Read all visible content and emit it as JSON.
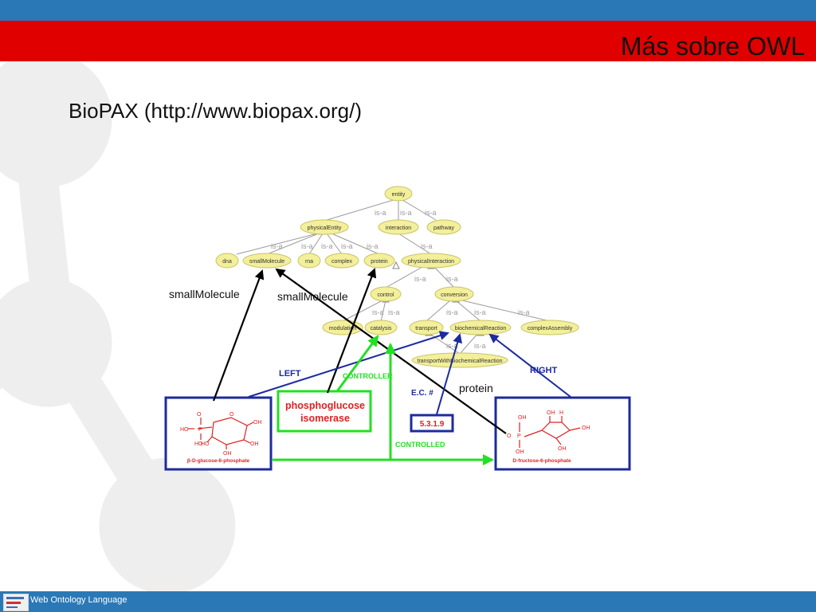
{
  "header": {
    "title": "Más sobre OWL"
  },
  "slide": {
    "subtitle": "BioPAX (http://www.biopax.org/)"
  },
  "footer": {
    "text": "Web Ontology Language"
  },
  "diagram": {
    "relation_label": "is-a",
    "nodes": {
      "entity": "entity",
      "physicalEntity": "physicalEntity",
      "interaction": "interaction",
      "pathway": "pathway",
      "dna": "dna",
      "smallMolecule": "smallMolecule",
      "rna": "rna",
      "complex": "complex",
      "protein": "protein",
      "physicalInteraction": "physicalInteraction",
      "control": "control",
      "conversion": "conversion",
      "modulation": "modulation",
      "catalysis": "catalysis",
      "transport": "transport",
      "biochemicalReaction": "biochemicalReaction",
      "complexAssembly": "complexAssembly",
      "transportWithBiochemicalReaction": "transportWithBiochemicalReaction"
    },
    "annotations": {
      "smallMolecule_left": "smallMolecule",
      "smallMolecule_right": "smallMolecule",
      "left": "LEFT",
      "right": "RIGHT",
      "controller": "CONTROLLER",
      "controlled": "CONTROLLED",
      "ec": "E.C. #",
      "protein": "protein"
    },
    "instances": {
      "enzyme_line1": "phosphoglucose",
      "enzyme_line2": "isomerase",
      "ec_number": "5.3.1.9",
      "left_molecule": "β-D-glucose-6-phosphate",
      "right_molecule": "D-fructose-6-phosphate"
    },
    "colors": {
      "black_arrow": "#000000",
      "blue_arrow": "#1c2b9e",
      "green_arrow": "#22e022",
      "node_fill": "#f3ef9a",
      "molecule_red": "#e02020"
    }
  }
}
